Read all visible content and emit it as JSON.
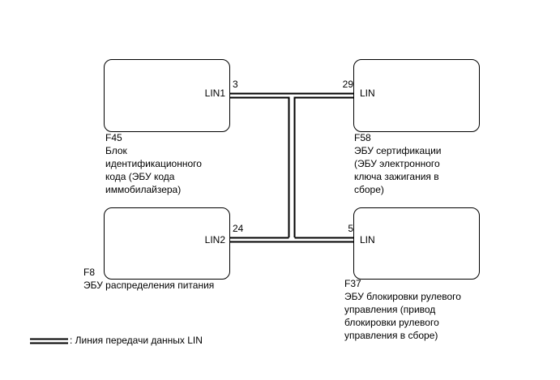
{
  "colors": {
    "line": "#000000",
    "background": "#ffffff"
  },
  "ecus": [
    {
      "code": "F45",
      "lines": [
        "Блок",
        "идентификационного",
        "кода (ЭБУ кода",
        "иммобилайзера)"
      ],
      "pin_label": "LIN1",
      "pin_number": "3"
    },
    {
      "code": "F58",
      "lines": [
        "ЭБУ сертификации",
        "(ЭБУ электронного",
        "ключа зажигания в",
        "сборе)"
      ],
      "pin_label": "LIN",
      "pin_number": "29"
    },
    {
      "code": "F8",
      "lines": [
        "ЭБУ распределения питания"
      ],
      "pin_label": "LIN2",
      "pin_number": "24"
    },
    {
      "code": "F37",
      "lines": [
        "ЭБУ блокировки рулевого",
        "управления (привод",
        "блокировки рулевого",
        "управления в сборе)"
      ],
      "pin_label": "LIN",
      "pin_number": "5"
    }
  ],
  "legend": {
    "text": ": Линия передачи данных LIN"
  }
}
